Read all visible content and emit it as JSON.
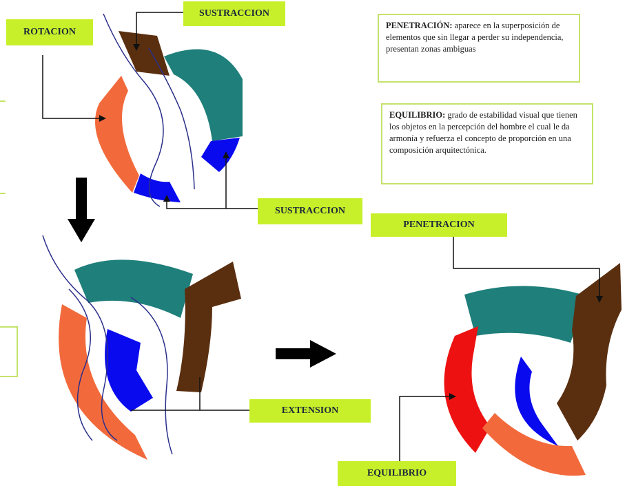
{
  "labels": {
    "rotacion": "ROTACION",
    "sustraccion_top": "SUSTRACCION",
    "sustraccion_mid": "SUSTRACCION",
    "penetracion": "PENETRACION",
    "extension": "EXTENSION",
    "equilibrio": "EQUILIBRIO"
  },
  "definitions": {
    "penetracion": {
      "term": "PENETRACIÓN:",
      "text": "aparece en la superposición de elementos que sin llegar a perder su independencia, presentan zonas ambiguas"
    },
    "equilibrio": {
      "term": "EQUILIBRIO:",
      "text": "grado de estabilidad visual que tienen los objetos en la percepción del hombre el cual le da armonía y refuerza el concepto de proporción en una composición arquitectónica."
    }
  },
  "colors": {
    "label_bg": "#c8f02a",
    "box_border": "#c4e36a",
    "brown": "#5a2f10",
    "teal": "#1f7f7a",
    "orange": "#f26a3c",
    "blue": "#0a0aee",
    "red": "#ee1111",
    "curve": "#2a2f8a"
  }
}
